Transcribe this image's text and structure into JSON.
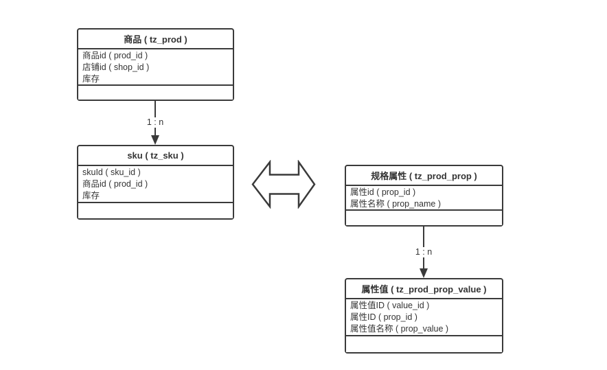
{
  "diagram": {
    "entities": {
      "prod": {
        "title": "商品 ( tz_prod )",
        "fields": [
          "商品id ( prod_id )",
          "店铺id ( shop_id )",
          "库存"
        ]
      },
      "sku": {
        "title": "sku ( tz_sku )",
        "fields": [
          "skuId ( sku_id )",
          "商品id ( prod_id )",
          "库存"
        ]
      },
      "prop": {
        "title": "规格属性 ( tz_prod_prop )",
        "fields": [
          "属性id ( prop_id )",
          "属性名称 ( prop_name )"
        ]
      },
      "prop_value": {
        "title": "属性值 ( tz_prod_prop_value )",
        "fields": [
          "属性值ID ( value_id )",
          "属性ID ( prop_id )",
          "属性值名称 ( prop_value )"
        ]
      }
    },
    "connectors": {
      "prod_to_sku": {
        "label": "1 : n"
      },
      "prop_to_prop_value": {
        "label": "1 : n"
      }
    },
    "colors": {
      "line": "#3a3a3a",
      "text": "#333333",
      "background": "#ffffff"
    }
  }
}
